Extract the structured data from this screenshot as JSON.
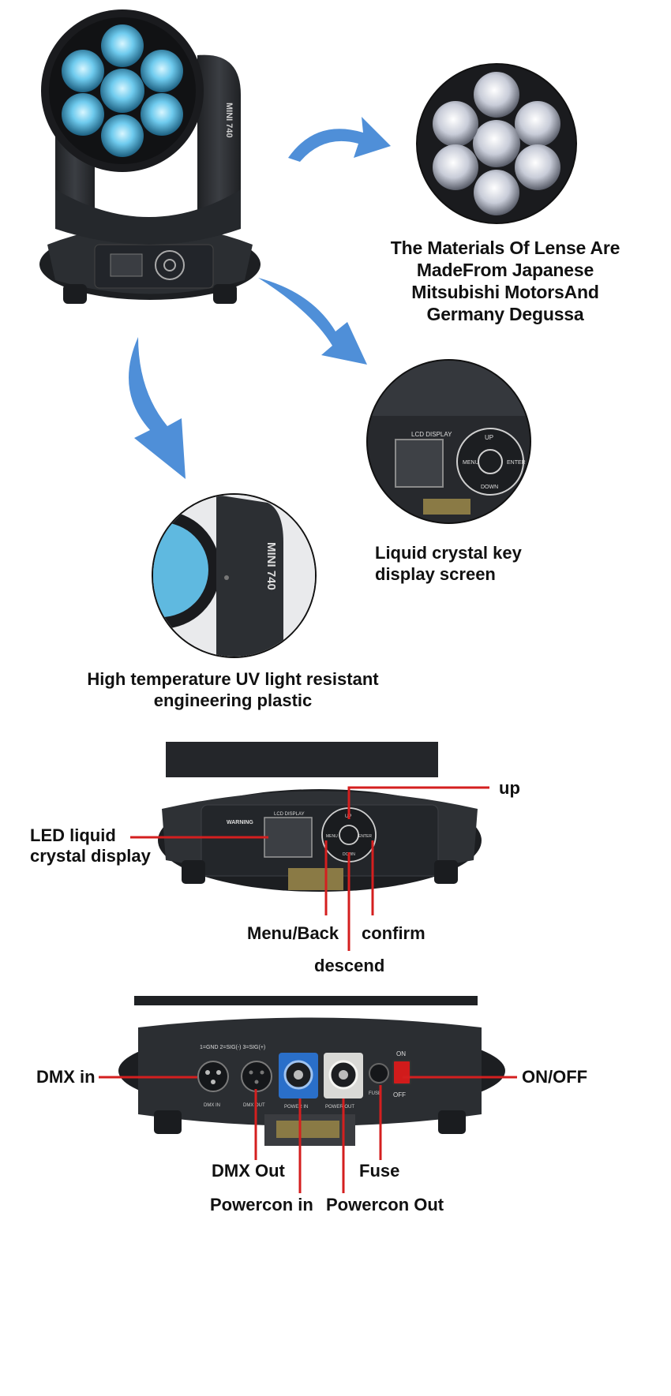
{
  "lens_caption": {
    "line1": "The Materials Of Lense Are",
    "line2": "MadeFrom Japanese",
    "line3": "Mitsubishi MotorsAnd",
    "line4": "Germany Degussa"
  },
  "lcd_caption": {
    "line1": "Liquid crystal key",
    "line2": "display screen"
  },
  "plastic_caption": {
    "line1": "High temperature UV light resistant",
    "line2": "engineering plastic"
  },
  "fixture_model": "MINI 740",
  "panel_text": {
    "lcd_display": "LCD DISPLAY",
    "warning": "WARNING",
    "btn_up": "UP",
    "btn_menu": "MENU",
    "btn_enter": "ENTER",
    "btn_down": "DOWN",
    "pin_legend": "1=GND 2=SIG(-) 3=SIG(+)",
    "port_dmx_in": "DMX IN",
    "port_dmx_out": "DMX OUT",
    "port_power_in": "POWER IN",
    "port_power_out": "POWER OUT",
    "port_fuse": "FUSE",
    "switch_on": "ON",
    "switch_off": "OFF"
  },
  "control_labels": {
    "led_display": "LED liquid",
    "led_display_2": "crystal display",
    "up": "up",
    "menu_back": "Menu/Back",
    "confirm": "confirm",
    "descend": "descend"
  },
  "io_labels": {
    "dmx_in": "DMX in",
    "on_off": "ON/OFF",
    "dmx_out": "DMX Out",
    "fuse": "Fuse",
    "powercon_in": "Powercon in",
    "powercon_out": "Powercon Out"
  },
  "colors": {
    "callout_red": "#d41f1f",
    "arrow_blue": "#4f8fd8",
    "body_dark": "#2a2c30",
    "led_cyan": "#7fd6f5",
    "powercon_blue": "#2a6fc9"
  }
}
